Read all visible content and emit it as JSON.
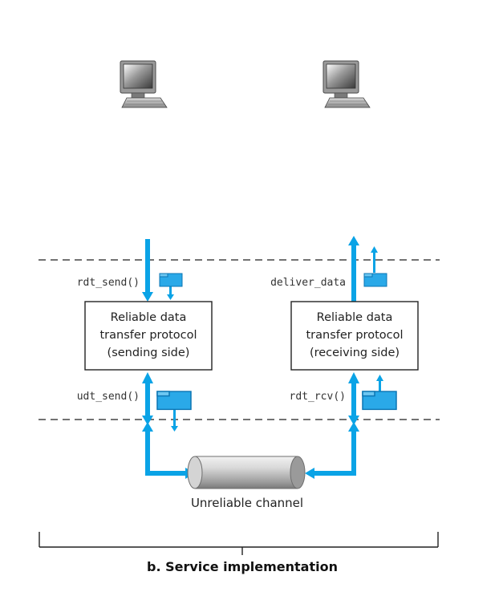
{
  "sender": {
    "api_top": "rdt_send()",
    "api_bottom": "udt_send()",
    "box_lines": [
      "Reliable data",
      "transfer protocol",
      "(sending side)"
    ]
  },
  "receiver": {
    "api_top": "deliver_data",
    "api_bottom": "rdt_rcv()",
    "box_lines": [
      "Reliable data",
      "transfer protocol",
      "(receiving side)"
    ]
  },
  "channel": {
    "label": "Unreliable channel"
  },
  "footer": {
    "title": "b. Service implementation"
  },
  "colors": {
    "arrow": "#0aa3e6",
    "packet": "#2aa9e8",
    "line": "#222222"
  },
  "icons": [
    "computer-icon",
    "packet-icon",
    "channel-pipe-icon"
  ]
}
